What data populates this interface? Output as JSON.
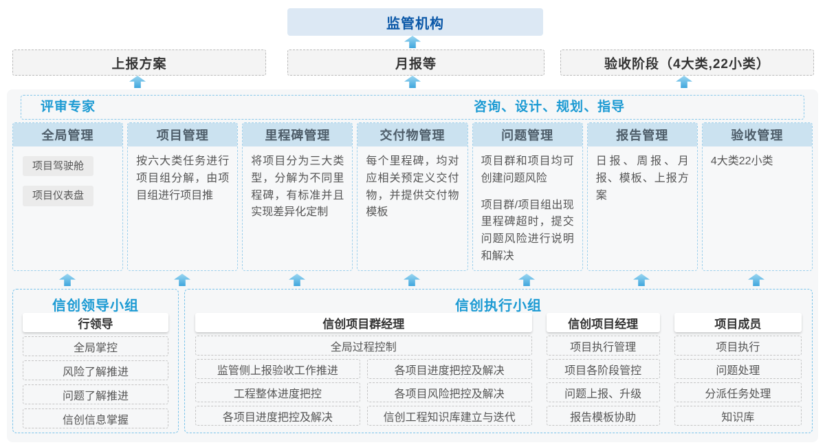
{
  "top": {
    "regulator": "监管机构",
    "outputs": [
      "上报方案",
      "月报等",
      "验收阶段（4大类,22小类）"
    ]
  },
  "advisors": {
    "left": "评审专家",
    "right": "咨询、设计、规划、指导"
  },
  "modules": [
    {
      "title": "全局管理",
      "chips": [
        "项目驾驶舱",
        "项目仪表盘"
      ]
    },
    {
      "title": "项目管理",
      "paragraphs": [
        "按六大类任务进行项目组分解，由项目组进行项目推"
      ]
    },
    {
      "title": "里程碑管理",
      "paragraphs": [
        "将项目分为三大类型，分解为不同里程碑，有标准并且实现差异化定制"
      ]
    },
    {
      "title": "交付物管理",
      "paragraphs": [
        "每个里程碑，均对应相关预定义交付物，并提供交付物模板"
      ]
    },
    {
      "title": "问题管理",
      "paragraphs": [
        "项目群和项目均可创建问题风险",
        "项目群/项目组出现里程碑超时，提交问题风险进行说明和解决"
      ]
    },
    {
      "title": "报告管理",
      "paragraphs": [
        "日报、周报、月报、模板、上报方案"
      ]
    },
    {
      "title": "验收管理",
      "paragraphs": [
        "4大类22小类"
      ]
    }
  ],
  "groups": {
    "leadership": {
      "title": "信创领导小组",
      "role": "行领导",
      "duties": [
        "全局掌控",
        "风险了解推进",
        "问题了解推进",
        "信创信息掌握"
      ]
    },
    "execution": {
      "title": "信创执行小组",
      "program_manager": {
        "name": "信创项目群经理",
        "span_duty": "全局过程控制",
        "duties_left": [
          "监管侧上报验收工作推进",
          "工程整体进度把控",
          "各项目进度把控及解决"
        ],
        "duties_right": [
          "各项目进度把控及解决",
          "各项目风险把控及解决",
          "信创工程知识库建立与迭代"
        ]
      },
      "project_manager": {
        "name": "信创项目经理",
        "duties": [
          "项目执行管理",
          "项目各阶段管控",
          "问题上报、升级",
          "报告模板协助"
        ]
      },
      "member": {
        "name": "项目成员",
        "duties": [
          "项目执行",
          "问题处理",
          "分派任务处理",
          "知识库"
        ]
      }
    }
  },
  "colors": {
    "accent_blue": "#1b9ad3",
    "regulator_text": "#0a57a7",
    "regulator_bg": "#dce8f4",
    "module_header_bg": "#cbe2f0",
    "container_bg": "#f6f7f8",
    "dashed_blue_border": "#86c7ea",
    "arrow_top": "#9bd6f1",
    "arrow_bottom": "#3fa6dd"
  }
}
